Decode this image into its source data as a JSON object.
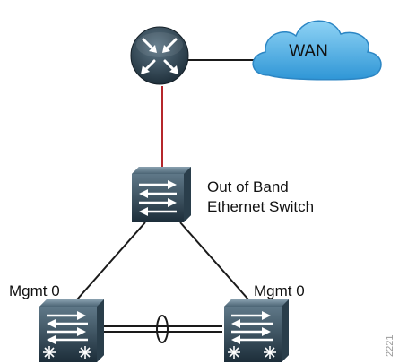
{
  "colors": {
    "link": "#1a1a1a",
    "wan_link": "#b5262b",
    "device_dark": "#20323f",
    "device_light": "#5a7384",
    "cloud_fill": "#4fb3e8",
    "cloud_edge": "#2c86c4"
  },
  "icons": {
    "router": "router-icon",
    "cloud": "cloud-icon",
    "switch": "switch-icon"
  },
  "labels": {
    "wan": "WAN",
    "oob_switch_line1": "Out of Band",
    "oob_switch_line2": "Ethernet Switch",
    "mgmt_left": "Mgmt 0",
    "mgmt_right": "Mgmt 0",
    "figure_number": "2221"
  }
}
